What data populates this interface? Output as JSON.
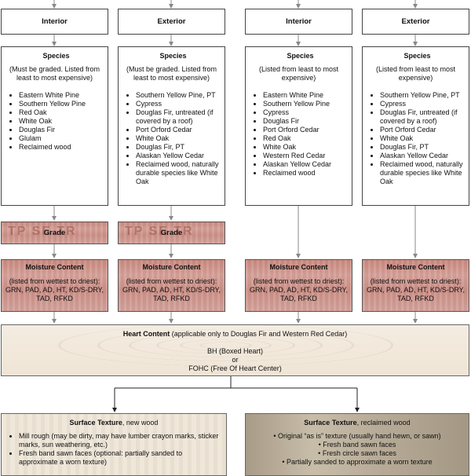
{
  "columns": [
    {
      "header": "Interior",
      "species_title": "Species",
      "species_note": "(Must be graded.  Listed from least to most expensive)",
      "species": [
        "Eastern White Pine",
        "Southern Yellow Pine",
        "Red Oak",
        "White Oak",
        "Douglas Fir",
        "Glulam",
        "Reclaimed wood"
      ],
      "grade": "Grade",
      "grade_stamp": "TP SE TR"
    },
    {
      "header": "Exterior",
      "species_title": "Species",
      "species_note": "(Must be graded.  Listed from least to most expensive)",
      "species": [
        "Southern Yellow Pine, PT",
        "Cypress",
        "Douglas Fir, untreated (if covered by a roof)",
        "Port Orford Cedar",
        "White Oak",
        "Douglas Fir, PT",
        "Alaskan Yellow Cedar",
        "Reclaimed wood, naturally durable species like White Oak"
      ],
      "grade": "Grade",
      "grade_stamp": "TP SE TR"
    },
    {
      "header": "Interior",
      "species_title": "Species",
      "species_note": "(Listed from least to most expensive)",
      "species": [
        "Eastern White Pine",
        "Southern Yellow Pine",
        "Cypress",
        "Douglas Fir",
        "Port Orford Cedar",
        "Red Oak",
        "White Oak",
        "Western Red Cedar",
        "Alaskan Yellow Cedar",
        "Reclaimed wood"
      ]
    },
    {
      "header": "Exterior",
      "species_title": "Species",
      "species_note": "(Listed from least to most expensive)",
      "species": [
        "Southern Yellow Pine, PT",
        "Cypress",
        "Douglas Fir, untreated (if covered by a roof)",
        "Port Orford Cedar",
        "White Oak",
        "Douglas Fir, PT",
        "Alaskan Yellow Cedar",
        "Reclaimed wood, naturally durable species like White Oak"
      ]
    }
  ],
  "moisture": {
    "title": "Moisture Content",
    "note": "(listed from wettest to driest):",
    "values": "GRN, PAD, AD, HT, KD/S-DRY, TAD, RFKD"
  },
  "heart": {
    "title_bold": "Heart Content",
    "title_rest": " (applicable only to Douglas Fir and Western Red Cedar)",
    "line1": "BH (Boxed Heart)",
    "line2": "or",
    "line3": "FOHC (Free Of Heart Center)"
  },
  "surface_new": {
    "title_bold": "Surface Texture",
    "title_rest": ", new wood",
    "items": [
      "Mill rough (may be dirty, may have lumber crayon marks, sticker marks, sun weathering, etc.)",
      "Fresh band sawn faces (optional:  partially sanded to approximate a worn texture)"
    ]
  },
  "surface_reclaimed": {
    "title_bold": "Surface Texture",
    "title_rest": ", reclaimed wood",
    "items": [
      "Original “as is” texture (usually hand hewn, or sawn)",
      "Fresh band sawn faces",
      "Fresh circle sawn faces",
      "Partially sanded to approximate a worn texture"
    ]
  },
  "colors": {
    "box_border": "#444444",
    "arrow": "#888888",
    "grade_fill": "#d29b92"
  }
}
